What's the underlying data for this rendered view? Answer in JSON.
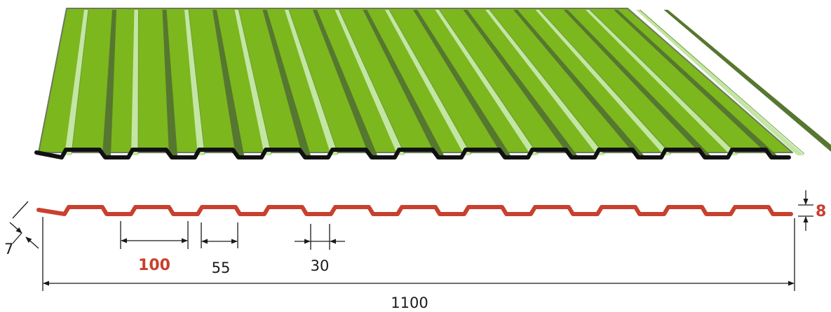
{
  "dimensions": {
    "pitch": "100",
    "crest_width": "55",
    "trough_width": "30",
    "total_width": "1100",
    "height": "8",
    "edge": "7"
  },
  "colors": {
    "sheet_green": "#7cb71e",
    "sheet_highlight": "#c4e6a4",
    "sheet_shadow": "#56772f",
    "profile_red": "#c8402e",
    "accent_text": "#c8402e",
    "dim_line": "#1a1a1a"
  }
}
